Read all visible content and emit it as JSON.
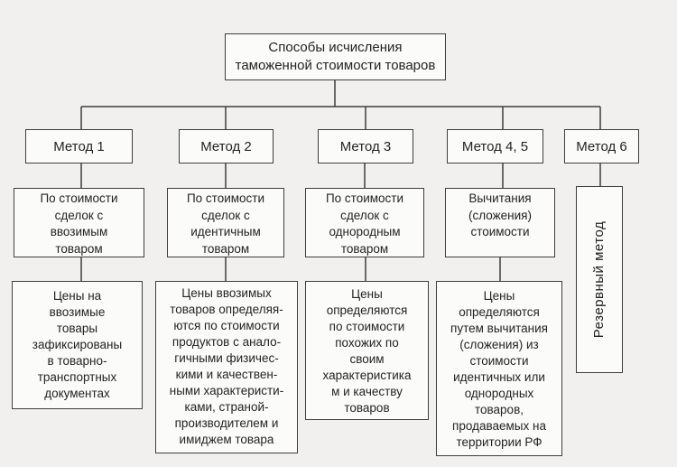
{
  "page": {
    "background": "#f1f0ee",
    "box_fill": "#fbfbf9",
    "border_color": "#3e3e3e",
    "text_color": "#242424"
  },
  "diagram": {
    "root": "Способы исчисления\nтаможенной стоимости товаров",
    "methods": [
      {
        "label": "Метод 1",
        "subtitle": "По стоимости\nсделок с\nввозимым\nтоваром",
        "description": "Цены на\nввозимые\nтовары\nзафиксированы\nв товарно-\nтранспортных\nдокументах"
      },
      {
        "label": "Метод 2",
        "subtitle": "По стоимости\nсделок с\nидентичным\nтоваром",
        "description": "Цены ввозимых\nтоваров определяя-\nются по стоимости\nпродуктов с анало-\nгичными физичес-\nкими и качествен-\nными характеристи-\nками, страной-\nпроизводителем и\nимиджем товара"
      },
      {
        "label": "Метод 3",
        "subtitle": "По стоимости\nсделок с\nоднородным\nтоваром",
        "description": "Цены\nопределяются\nпо стоимости\nпохожих по\nсвоим\nхарактеристика\nм и качеству\nтоваров"
      },
      {
        "label": "Метод 4, 5",
        "subtitle": "Вычитания\n(сложения)\nстоимости",
        "description": "Цены\nопределяются\nпутем вычитания\n(сложения) из\nстоимости\nидентичных или\nоднородных\nтоваров,\nпродаваемых на\nтерритории РФ"
      },
      {
        "label": "Метод 6",
        "vertical": "Резервный метод"
      }
    ]
  }
}
